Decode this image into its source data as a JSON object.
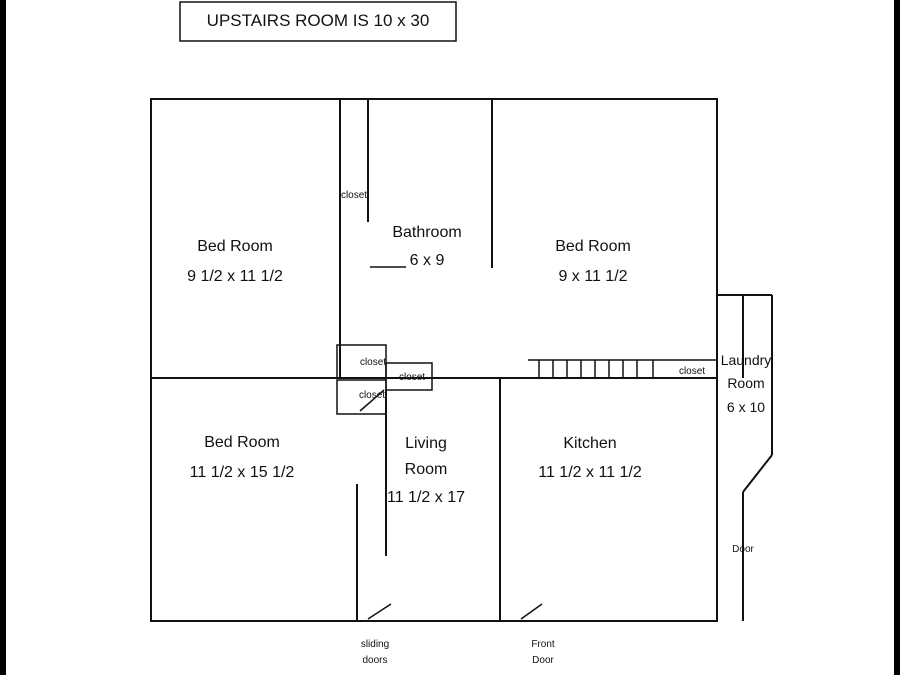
{
  "title": "UPSTAIRS ROOM IS 10 x 30",
  "rooms": {
    "bedroom_top_left": {
      "name": "Bed Room",
      "size": "9 1/2 x 11 1/2"
    },
    "bathroom": {
      "name": "Bathroom",
      "size": "6 x 9"
    },
    "bedroom_top_right": {
      "name": "Bed Room",
      "size": "9 x 11 1/2"
    },
    "bedroom_bottom_left": {
      "name": "Bed Room",
      "size": "11 1/2 x 15 1/2"
    },
    "living_room": {
      "name_line1": "Living",
      "name_line2": "Room",
      "size": "11 1/2 x 17"
    },
    "kitchen": {
      "name": "Kitchen",
      "size": "11 1/2 x 11 1/2"
    },
    "laundry": {
      "name_line1": "Laundry",
      "name_line2": "Room",
      "size": "6 x 10"
    }
  },
  "closets": {
    "top": "closet",
    "mid_left": "closet",
    "mid_center": "closet",
    "lower_left": "closet",
    "right": "closet"
  },
  "doors": {
    "side": "Door",
    "sliding_line1": "sliding",
    "sliding_line2": "doors",
    "front_line1": "Front",
    "front_line2": "Door"
  }
}
